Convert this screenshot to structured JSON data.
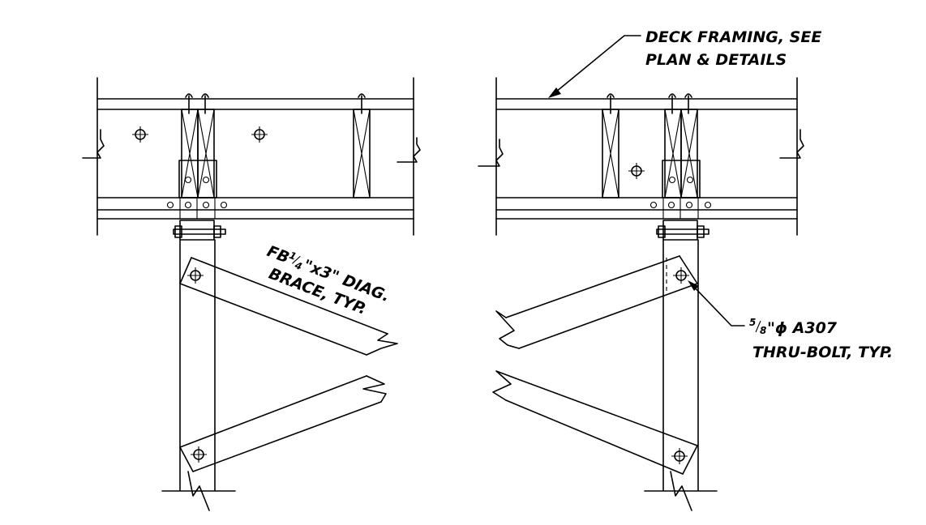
{
  "labels": {
    "deck_line1": "DECK FRAMING, SEE",
    "deck_line2": "PLAN & DETAILS",
    "brace_fb": "FB",
    "brace_1": "1",
    "brace_4": "4",
    "brace_size": "\"x3\" DIAG.",
    "brace_line2": "BRACE, TYP.",
    "bolt_5": "5",
    "bolt_8": "8",
    "bolt_size": "\"ϕ A307",
    "bolt_line2": "THRU-BOLT, TYP."
  }
}
